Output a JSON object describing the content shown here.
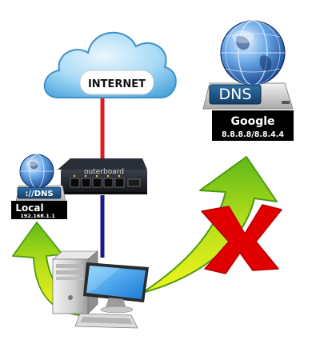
{
  "internet": {
    "label": "INTERNET"
  },
  "router": {
    "brand": "outerboard"
  },
  "google_dns": {
    "badge": "DNS",
    "name": "Google",
    "addresses": "8.8.8.8/8.8.4.4"
  },
  "local_dns": {
    "badge": "://DNS",
    "name": "Local",
    "address": "192.168.1.1"
  },
  "colors": {
    "wan_link": "#e01b24",
    "lan_link": "#1a1a8c",
    "arrow_green": "#6ec21a",
    "arrow_yellow": "#f2f21a",
    "cross": "#e00000",
    "cloud": "#7ec4ec"
  }
}
